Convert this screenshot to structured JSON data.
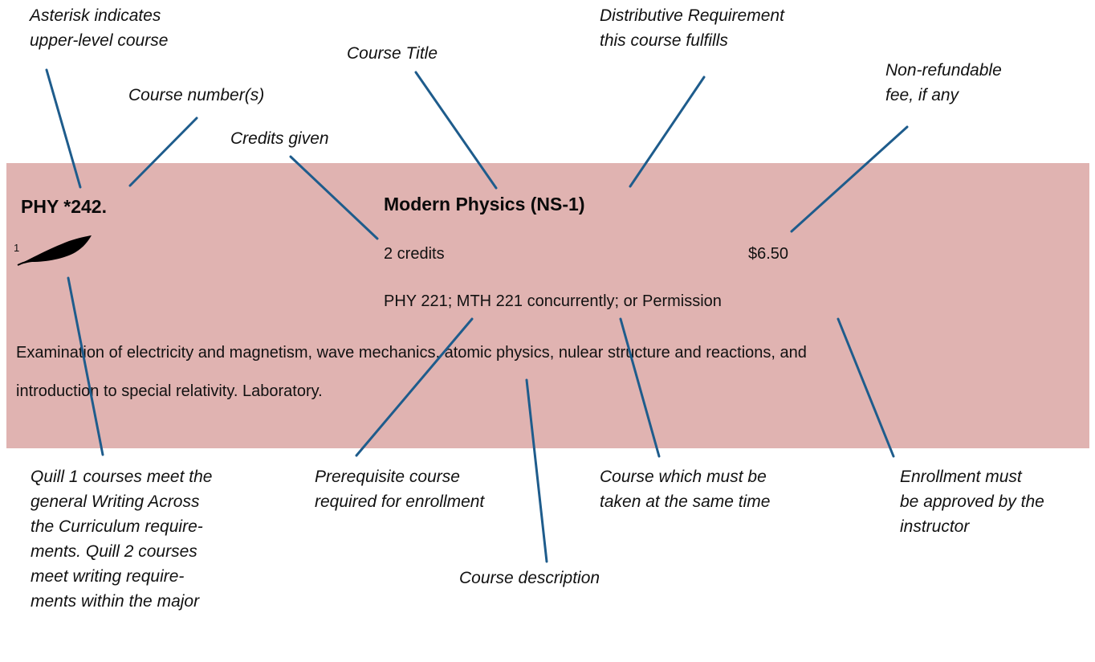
{
  "annotations": {
    "asterisk": [
      "Asterisk indicates",
      "upper-level course"
    ],
    "course_number": "Course number(s)",
    "credits": "Credits given",
    "title": "Course Title",
    "distributive": [
      "Distributive Requirement",
      "this course fulfills"
    ],
    "fee": [
      "Non-refundable",
      "fee, if any"
    ],
    "quill": [
      "Quill 1 courses meet the",
      "general Writing Across",
      "the Curriculum require-",
      "ments. Quill 2 courses",
      "meet writing require-",
      "ments within the major"
    ],
    "prerequisite": [
      "Prerequisite course",
      "required for enrollment"
    ],
    "description": "Course description",
    "concurrent": [
      "Course which must be",
      "taken at the same time"
    ],
    "permission": [
      "Enrollment must",
      "be approved by the",
      "instructor"
    ]
  },
  "course": {
    "code": "PHY *242.",
    "title": "Modern Physics (NS-1)",
    "quill_level": "1",
    "credits": "2 credits",
    "fee": "$6.50",
    "prerequisites": "PHY 221; MTH 221 concurrently; or Permission",
    "description": [
      "Examination of electricity and magnetism, wave mechanics, atomic physics, nulear structure and reactions, and",
      "introduction to special relativity. Laboratory."
    ]
  },
  "colors": {
    "panel": "#e0b3b1",
    "leader_lines": "#1e5c8c"
  }
}
